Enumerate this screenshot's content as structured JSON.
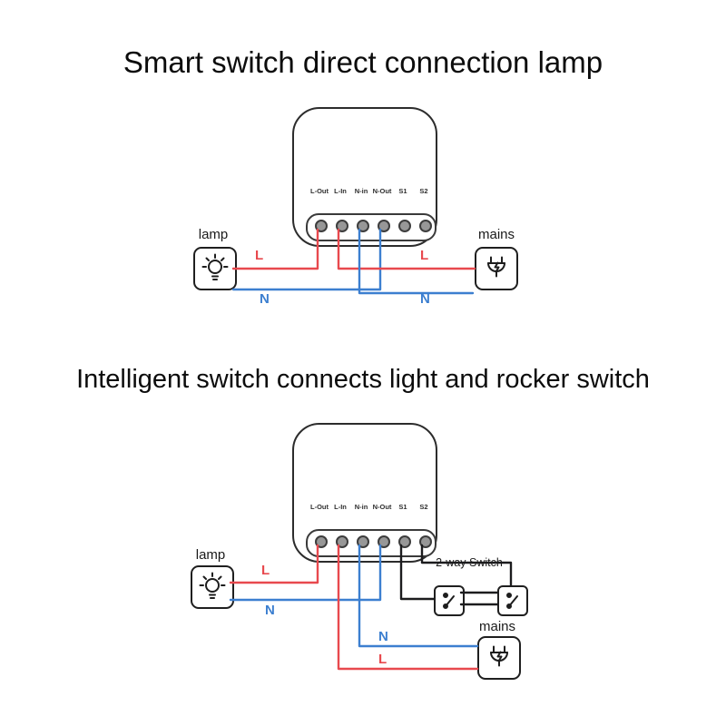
{
  "colors": {
    "wire_red": "#e8494e",
    "wire_blue": "#3c7fd0",
    "wire_black": "#1c1c1e"
  },
  "diagram_top": {
    "title": "Smart switch direct connection lamp",
    "device_terminals": [
      "L-Out",
      "L-In",
      "N-in",
      "N-Out",
      "S1",
      "S2"
    ],
    "lamp": {
      "label": "lamp"
    },
    "mains": {
      "label": "mains"
    },
    "wire_labels": {
      "lamp_l": "L",
      "lamp_n": "N",
      "mains_l": "L",
      "mains_n": "N"
    }
  },
  "diagram_bottom": {
    "title": "Intelligent switch connects light and rocker switch",
    "device_terminals": [
      "L-Out",
      "L-In",
      "N-in",
      "N-Out",
      "S1",
      "S2"
    ],
    "lamp": {
      "label": "lamp"
    },
    "mains": {
      "label": "mains"
    },
    "two_way_switch": {
      "label": "2-way Switch"
    },
    "wire_labels": {
      "lamp_l": "L",
      "lamp_n": "N",
      "mains_n": "N",
      "mains_l": "L"
    }
  }
}
